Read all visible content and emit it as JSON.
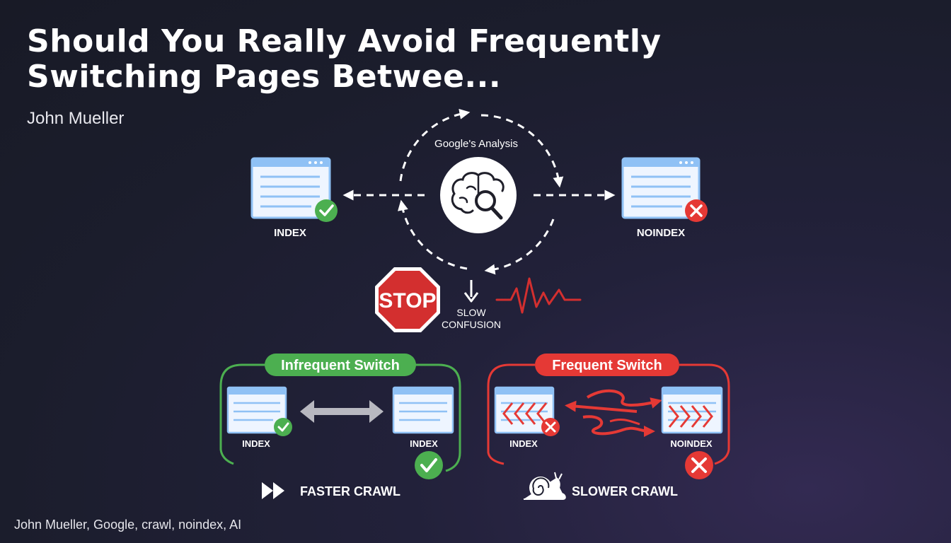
{
  "header": {
    "title_line1": "Should You Really Avoid Frequently",
    "title_line2": "Switching Pages Betwee...",
    "author": "John Mueller"
  },
  "diagram": {
    "cycle_label": "Google's Analysis",
    "left_page_label": "INDEX",
    "right_page_label": "NOINDEX",
    "stop_sign_text": "STOP",
    "slow_text": "SLOW",
    "confusion_text": "CONFUSION"
  },
  "comparison": {
    "infrequent": {
      "title": "Infrequent Switch",
      "left_label": "INDEX",
      "right_label": "INDEX",
      "result": "FASTER CRAWL"
    },
    "frequent": {
      "title": "Frequent Switch",
      "left_label": "INDEX",
      "right_label": "NOINDEX",
      "result": "SLOWER CRAWL"
    }
  },
  "footer": {
    "tags": "John Mueller, Google, crawl, noindex, AI"
  },
  "colors": {
    "green": "#4caf50",
    "red": "#e53935",
    "page_blue": "#8fc1f5",
    "page_fill": "#eef5ff"
  }
}
